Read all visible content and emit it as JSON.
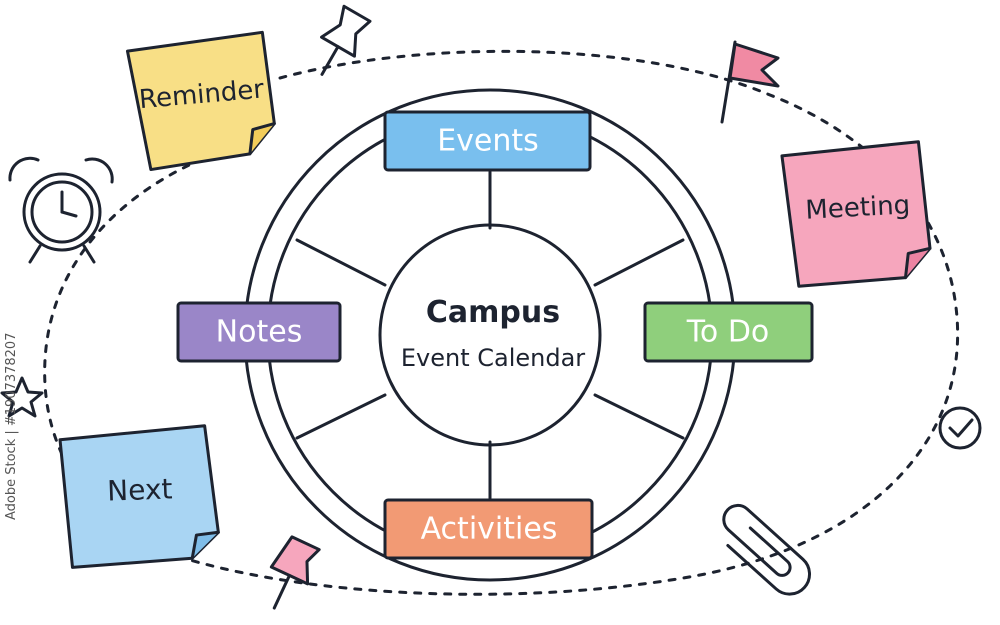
{
  "center": {
    "title": "Campus",
    "subtitle": "Event Calendar"
  },
  "labels": {
    "events": "Events",
    "notes": "Notes",
    "todo": "To Do",
    "activities": "Activities"
  },
  "notes": {
    "reminder": "Reminder",
    "meeting": "Meeting",
    "next": "Next"
  },
  "icons": [
    "pushpin-icon",
    "flag-icon",
    "alarm-clock-icon",
    "star-icon",
    "checkmark-circle-icon",
    "paperclip-icon"
  ],
  "colors": {
    "events": "#79bfee",
    "notes": "#9a86c8",
    "todo": "#8fcf7c",
    "activities": "#f29a74",
    "reminder_note": "#f8df86",
    "meeting_note": "#f6a6bd",
    "next_note": "#a9d5f3",
    "ink": "#1d2330"
  },
  "watermark": "Adobe Stock | #1907378207"
}
